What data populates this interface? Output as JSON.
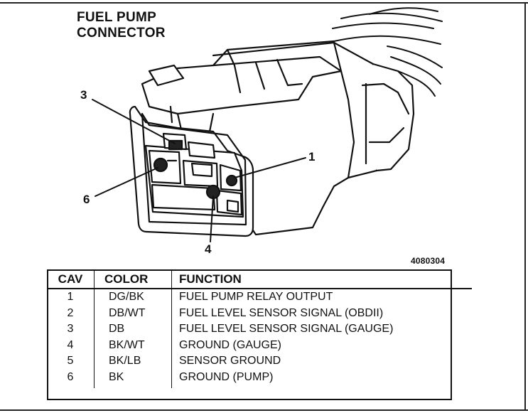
{
  "title": {
    "line1": "FUEL PUMP",
    "line2": "CONNECTOR"
  },
  "callouts": {
    "c3": "3",
    "c1": "1",
    "c6": "6",
    "c4": "4"
  },
  "figure_code": "4080304",
  "table": {
    "headers": {
      "cav": "CAV",
      "color": "COLOR",
      "function": "FUNCTION"
    },
    "rows": [
      {
        "cav": "1",
        "color": "DG/BK",
        "function": "FUEL PUMP RELAY OUTPUT"
      },
      {
        "cav": "2",
        "color": "DB/WT",
        "function": "FUEL LEVEL SENSOR SIGNAL (OBDII)"
      },
      {
        "cav": "3",
        "color": "DB",
        "function": "FUEL LEVEL SENSOR SIGNAL (GAUGE)"
      },
      {
        "cav": "4",
        "color": "BK/WT",
        "function": "GROUND (GAUGE)"
      },
      {
        "cav": "5",
        "color": "BK/LB",
        "function": "SENSOR GROUND"
      },
      {
        "cav": "6",
        "color": "BK",
        "function": "GROUND (PUMP)"
      }
    ]
  },
  "colors": {
    "ink": "#111111",
    "background": "#ffffff"
  }
}
